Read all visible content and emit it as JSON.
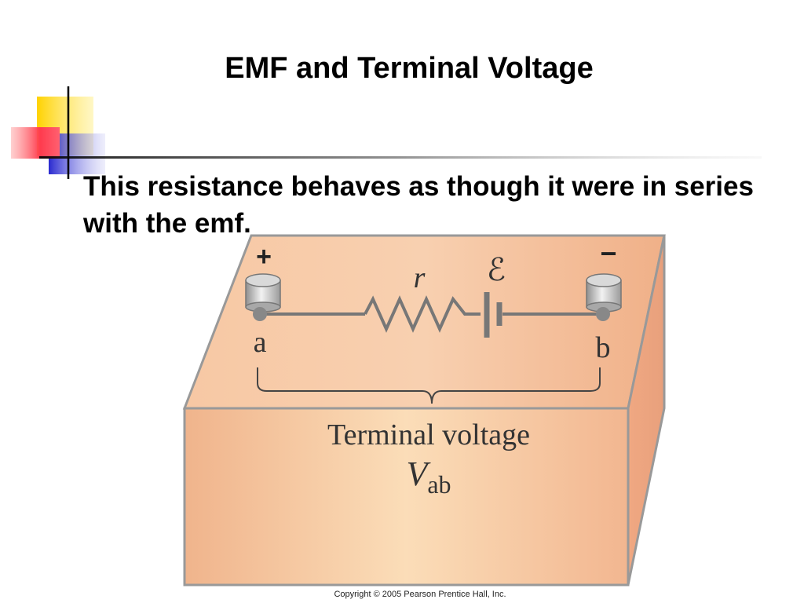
{
  "slide": {
    "title": "EMF and Terminal Voltage",
    "bullet": "This resistance behaves as though it were in series with the emf.",
    "copyright": "Copyright © 2005 Pearson Prentice Hall, Inc."
  },
  "diagram": {
    "plus_sign": "+",
    "minus_sign": "−",
    "resistor_label": "r",
    "emf_label": "ℰ",
    "terminal_a": "a",
    "terminal_b": "b",
    "caption_line1": "Terminal voltage",
    "caption_symbol": "V",
    "caption_subscript": "ab"
  },
  "colors": {
    "yellow_square": "#FFD200",
    "red_square": "#FF3B4E",
    "blue_square": "#2A2AD0",
    "box_face": "#F2C39A",
    "box_top": "#F4B993",
    "circuit": "#777777"
  }
}
